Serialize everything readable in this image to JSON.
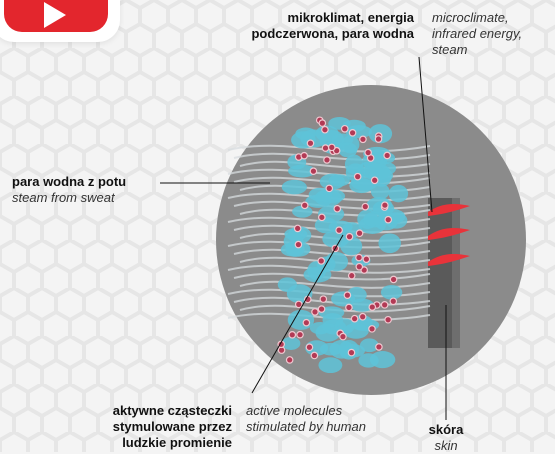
{
  "logo": {
    "icon": "play-logo-icon",
    "color": "#e3262d"
  },
  "labels": {
    "microclimate_pl": "mikroklimat, energia podczerwona, para wodna",
    "microclimate_en": "microclimate, infrared energy, steam",
    "steam_pl": "para wodna z potu",
    "steam_en": "steam from sweat",
    "molecules_pl": "aktywne cząsteczki stymulowane przez ludzkie promienie",
    "molecules_en": "active molecules stimulated by human",
    "skin_pl": "skóra",
    "skin_en": "skin"
  },
  "colors": {
    "circle": "#8a8a8a",
    "molecule": "#5ec3d8",
    "molecule_core": "#b23a55",
    "infrared": "#e8333a",
    "skin": "#5a5a5a",
    "fibers": "#d8dde0"
  }
}
